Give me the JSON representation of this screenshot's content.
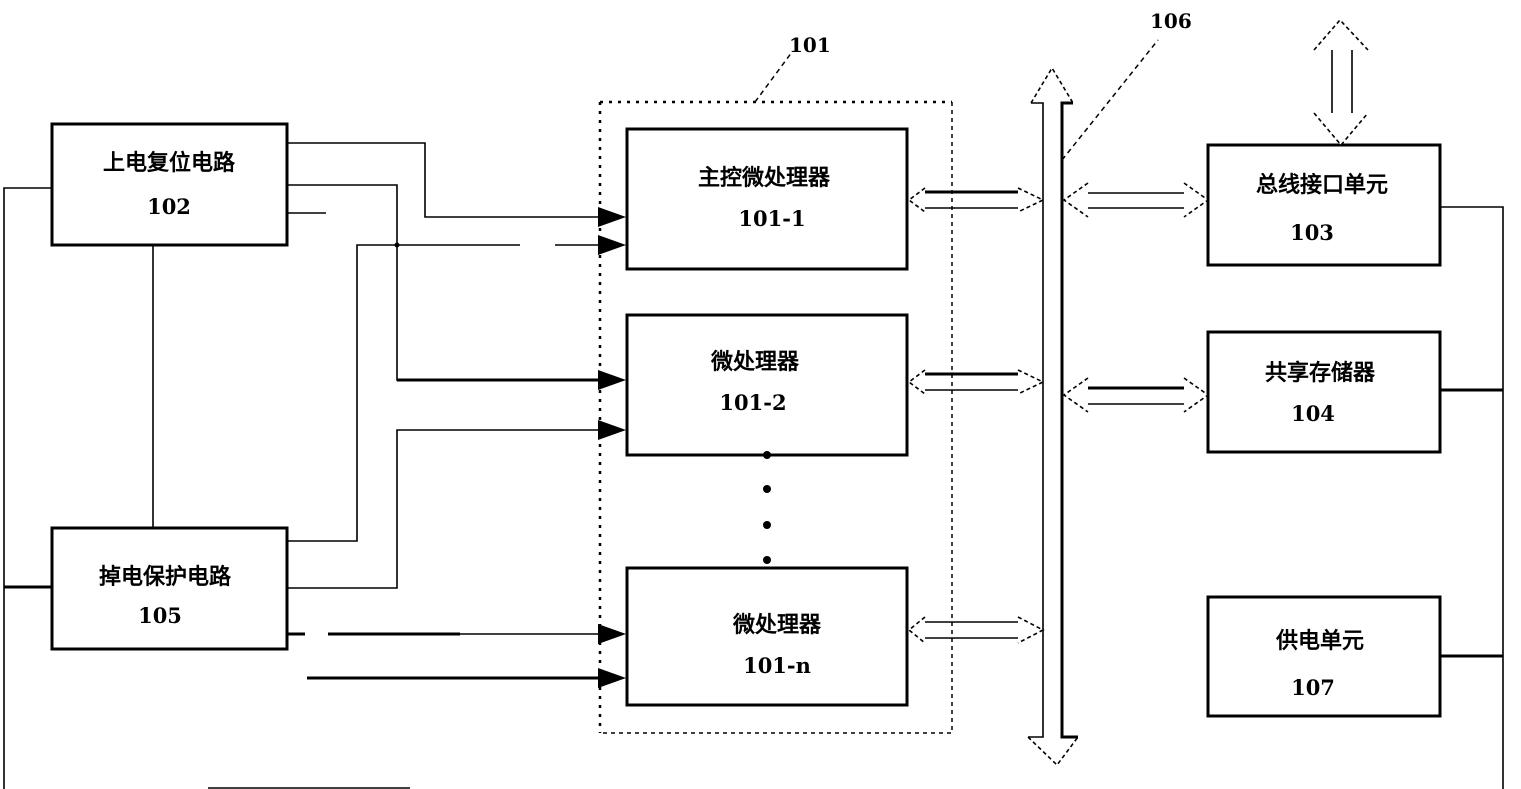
{
  "diagram": {
    "type": "block-diagram",
    "group": {
      "id": "101",
      "label": "101"
    },
    "bus": {
      "id": "106",
      "label": "106"
    },
    "blocks": [
      {
        "id": "102",
        "name": "上电复位电路",
        "number": "102"
      },
      {
        "id": "105",
        "name": "掉电保护电路",
        "number": "105"
      },
      {
        "id": "101-1",
        "name": "主控微处理器",
        "number": "101-1"
      },
      {
        "id": "101-2",
        "name": "微处理器",
        "number": "101-2"
      },
      {
        "id": "101-n",
        "name": "微处理器",
        "number": "101-n"
      },
      {
        "id": "103",
        "name": "总线接口单元",
        "number": "103"
      },
      {
        "id": "104",
        "name": "共享存储器",
        "number": "104"
      },
      {
        "id": "107",
        "name": "供电单元",
        "number": "107"
      }
    ],
    "connections": [
      {
        "from": "102",
        "to": "101-1",
        "kind": "signal-arrow"
      },
      {
        "from": "102",
        "to": "101-2",
        "kind": "signal-arrow"
      },
      {
        "from": "105",
        "to": "101-1",
        "kind": "signal-arrow"
      },
      {
        "from": "105",
        "to": "101-2",
        "kind": "signal-arrow"
      },
      {
        "from": "105",
        "to": "101-n",
        "kind": "signal-arrow"
      },
      {
        "from": "105",
        "to": "101-n",
        "kind": "signal-arrow"
      },
      {
        "from": "102",
        "to": "105",
        "kind": "line"
      },
      {
        "from": "101-1",
        "to": "106",
        "kind": "bidirectional-bus"
      },
      {
        "from": "101-2",
        "to": "106",
        "kind": "bidirectional-bus"
      },
      {
        "from": "101-n",
        "to": "106",
        "kind": "bidirectional-bus"
      },
      {
        "from": "106",
        "to": "103",
        "kind": "bidirectional-bus"
      },
      {
        "from": "106",
        "to": "104",
        "kind": "bidirectional-bus"
      },
      {
        "from": "103",
        "to": "external",
        "kind": "bidirectional-bus"
      },
      {
        "from": "107",
        "to": "103",
        "kind": "power-line"
      },
      {
        "from": "107",
        "to": "104",
        "kind": "power-line"
      }
    ],
    "ellipsis": "⋮"
  }
}
